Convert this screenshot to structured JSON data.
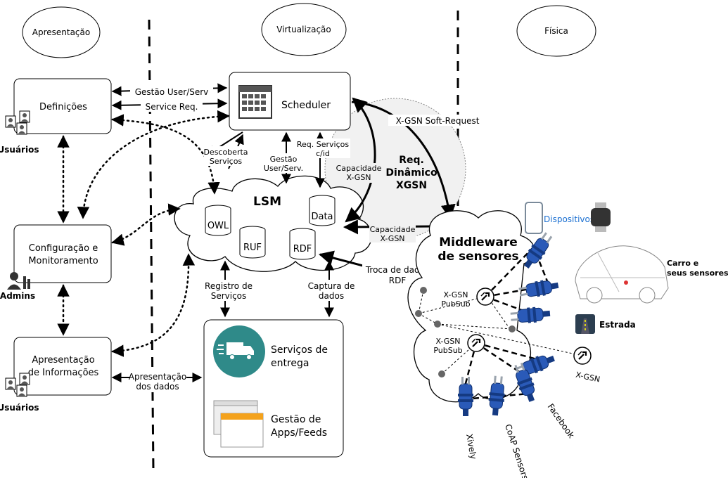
{
  "layers": {
    "presentation": "Apresentação",
    "virtualization": "Virtualização",
    "physical": "Física"
  },
  "boxes": {
    "definitions": "Definições",
    "config_line1": "Configuração e",
    "config_line2": "Monitoramento",
    "info_line1": "Apresentação",
    "info_line2": "de Informações",
    "scheduler": "Scheduler"
  },
  "actors": {
    "users_top": "Usuários",
    "admins": "Admins",
    "users_bottom": "Usuários"
  },
  "lsm": {
    "title": "LSM",
    "owl": "OWL",
    "data": "Data",
    "ruf": "RUF",
    "rdf": "RDF"
  },
  "edges": {
    "user_serv_mgmt": "Gestão User/Serv",
    "service_req": "Service Req.",
    "discovery_line1": "Descoberta",
    "discovery_line2": "Serviços",
    "mgmt_line1": "Gestão",
    "mgmt_line2": "User/Serv.",
    "req_line1": "Req. Serviços",
    "req_line2": "c/id",
    "capacity1_line1": "Capacidade",
    "capacity1_line2": "X-GSN",
    "soft_request": "X-GSN Soft-Request",
    "capacity2_line1": "Capacidade",
    "capacity2_line2": "X-GSN",
    "exchange_line1": "Troca de dados",
    "exchange_line2": "RDF",
    "register_line1": "Registro de",
    "register_line2": "Serviços",
    "capture_line1": "Captura de",
    "capture_line2": "dados",
    "presentation_line1": "Apresentação",
    "presentation_line2": "dos dados"
  },
  "dynamic_request": {
    "line1": "Req.",
    "line2": "Dinâmico",
    "line3": "XGSN"
  },
  "services": {
    "delivery_line1": "Serviços de",
    "delivery_line2": "entrega",
    "apps_line1": "Gestão de",
    "apps_line2": "Apps/Feeds"
  },
  "middleware": {
    "line1": "Middleware",
    "line2": "de sensores",
    "pubsub1_line1": "X-GSN",
    "pubsub1_line2": "PubSub",
    "pubsub2_line1": "X-GSN",
    "pubsub2_line2": "PubSub",
    "xgsn": "X-GSN"
  },
  "devices": {
    "dispositivos": "Dispositivos",
    "car_line1": "Carro e",
    "car_line2": "seus sensores",
    "estrada": "Estrada",
    "xively": "Xively",
    "coap": "CoAP Sensors",
    "facebook": "Facebook"
  },
  "colors": {
    "plug_blue": "#1f4fa8",
    "delivery_teal": "#2f8a89",
    "lsm_gray": "#f1f1f1",
    "link_blue": "#1a6fd1"
  }
}
